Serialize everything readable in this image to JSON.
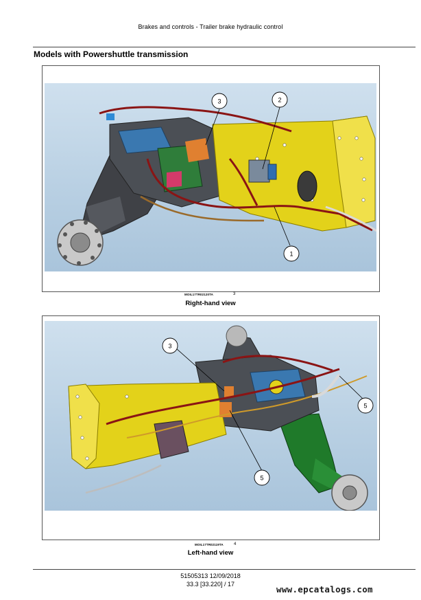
{
  "header": {
    "title": "Brakes and controls - Trailer brake hydraulic control"
  },
  "section": {
    "title": "Models with Powershuttle transmission"
  },
  "figures": [
    {
      "code": "MOIL17TR02120TA",
      "number": "3",
      "caption": "Right-hand view",
      "callouts": [
        "1",
        "2",
        "3"
      ]
    },
    {
      "code": "MOIL17TR02119TA",
      "number": "4",
      "caption": "Left-hand view",
      "callouts": [
        "3",
        "5",
        "5"
      ]
    }
  ],
  "footer": {
    "doc_ref": "51505313 12/09/2018",
    "page_ref": "33.3 [33.220] / 17"
  },
  "watermark": "www.epcatalogs.com",
  "colors": {
    "background": "#ffffff",
    "transmission_yellow": "#e3d21a",
    "axle_green": "#1f7a2a",
    "axle_gray": "#3d3f44",
    "brake_pipe_red": "#8a1414",
    "sky": "#c3d8ea"
  }
}
